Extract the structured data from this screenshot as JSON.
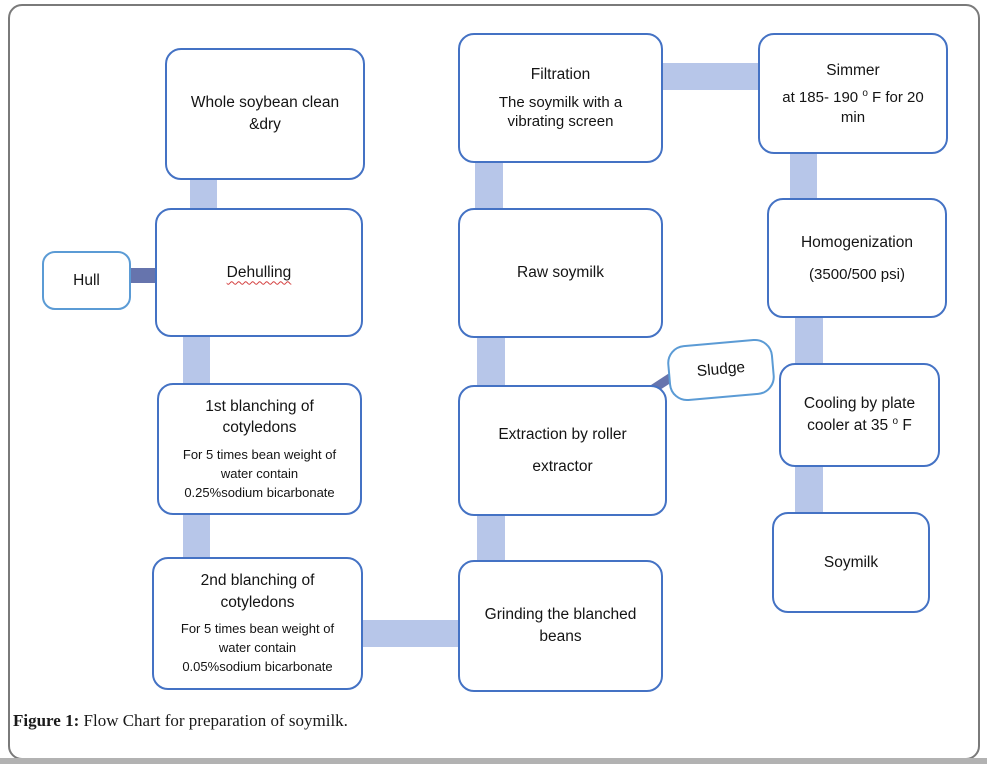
{
  "colors": {
    "box_border": "#4472c4",
    "small_box_border": "#5b9bd5",
    "connector_light": "#b7c6e9",
    "connector_dark": "#6674ad",
    "frame_border": "#7a7a7a",
    "bottom_bar": "#b2b2b2"
  },
  "nodes": {
    "whole_soybean": {
      "lines": [
        "Whole soybean clean",
        "&dry"
      ]
    },
    "dehulling": {
      "title": "Dehulling"
    },
    "hull": {
      "title": "Hull"
    },
    "blanching1": {
      "title_lines": [
        "1st blanching of",
        "cotyledons"
      ],
      "body_lines": [
        "For 5 times bean weight of",
        "water contain",
        "0.25%sodium bicarbonate"
      ]
    },
    "blanching2": {
      "title_lines": [
        "2nd  blanching of",
        "cotyledons"
      ],
      "body_lines": [
        "For 5 times bean weight of",
        "water contain",
        "0.05%sodium bicarbonate"
      ]
    },
    "filtration": {
      "title": "Filtration",
      "body_lines": [
        "The soymilk with a",
        "vibrating screen"
      ]
    },
    "raw_soymilk": {
      "title": "Raw soymilk"
    },
    "extraction": {
      "title_lines": [
        "Extraction by roller",
        "extractor"
      ]
    },
    "sludge": {
      "title": "Sludge"
    },
    "grinding": {
      "lines": [
        "Grinding the blanched",
        "beans"
      ]
    },
    "simmer": {
      "title": "Simmer",
      "body_line1_pre": "at 185- 190 ",
      "body_line1_sup": "o",
      "body_line1_post": " F for 20",
      "body_line2": "min"
    },
    "homogenization": {
      "title": "Homogenization",
      "body": "(3500/500 psi)"
    },
    "cooling": {
      "line1": "Cooling by plate",
      "line2_pre": "cooler at 35 ",
      "line2_sup": "o",
      "line2_post": " F"
    },
    "soymilk": {
      "title": "Soymilk"
    }
  },
  "caption": {
    "label": "Figure 1:",
    "text": " Flow Chart for preparation of soymilk."
  }
}
